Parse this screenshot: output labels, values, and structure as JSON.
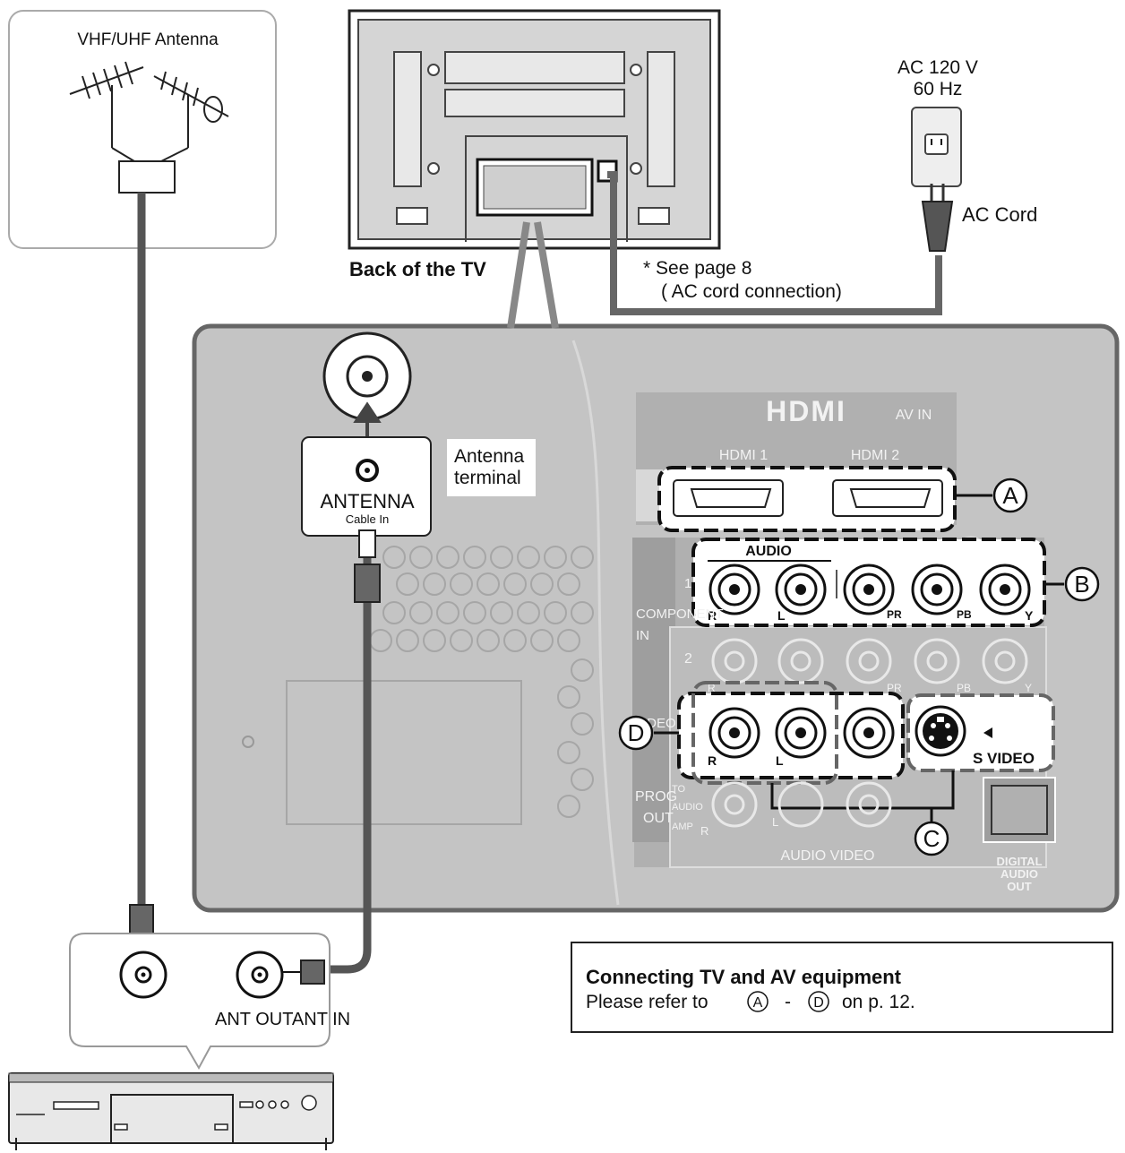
{
  "antenna_box": {
    "label": "VHF/UHF Antenna"
  },
  "tv_back": {
    "label": "Back of the TV"
  },
  "power": {
    "voltage": "AC 120 V",
    "frequency": "60 Hz",
    "cord_label": "AC Cord",
    "note_line1": "*  See page 8",
    "note_line2": "( AC cord connection)"
  },
  "antenna_terminal": {
    "title": "ANTENNA",
    "subtitle": "Cable  In",
    "callout_line1": "Antenna",
    "callout_line2": "terminal"
  },
  "panel": {
    "hdmi_logo": "HDMI",
    "av_in": "AV IN",
    "hdmi1": "HDMI 1",
    "hdmi2": "HDMI 2",
    "audio": "AUDIO",
    "component": "COMPONENT",
    "in": "IN",
    "row1": "1",
    "row2": "2",
    "video": "VIDEO",
    "prog": "PROG",
    "out": "OUT",
    "to": "TO",
    "audio_small": "AUDIO",
    "amp": "AMP",
    "audio_video": "AUDIO  VIDEO",
    "digital_line1": "DIGITAL",
    "digital_line2": "AUDIO",
    "digital_line3": "OUT",
    "r": "R",
    "l": "L",
    "pr": "PR",
    "pb": "PB",
    "y": "Y",
    "s_video": "S VIDEO"
  },
  "callouts": {
    "a": "A",
    "b": "B",
    "c": "C",
    "d": "D"
  },
  "cable_box": {
    "label": "ANT OUTANT IN"
  },
  "note": {
    "title": "Connecting TV and AV equipment",
    "text_prefix": "Please refer to",
    "range_from": "A",
    "dash": "-",
    "range_to": "D",
    "text_suffix": "on p. 12."
  }
}
